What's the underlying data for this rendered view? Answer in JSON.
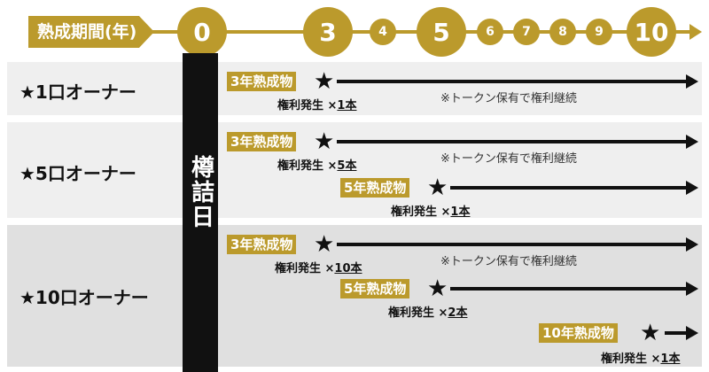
{
  "header": {
    "period_label": "熟成期間(年)",
    "years": [
      "0",
      "3",
      "4",
      "5",
      "6",
      "7",
      "8",
      "9",
      "10"
    ]
  },
  "barrel_label": "樽詰日",
  "rows": [
    {
      "owner": "★1口オーナー",
      "tags": [
        {
          "label": "3年熟成物",
          "star": "★",
          "rights_label": "権利発生 ×",
          "count": "1本"
        }
      ],
      "note": "※トークン保有で権利継続"
    },
    {
      "owner": "★5口オーナー",
      "tags": [
        {
          "label": "3年熟成物",
          "star": "★",
          "rights_label": "権利発生 ×",
          "count": "5本"
        },
        {
          "label": "5年熟成物",
          "star": "★",
          "rights_label": "権利発生 ×",
          "count": "1本"
        }
      ],
      "note": "※トークン保有で権利継続"
    },
    {
      "owner": "★10口オーナー",
      "tags": [
        {
          "label": "3年熟成物",
          "star": "★",
          "rights_label": "権利発生 ×",
          "count": "10本"
        },
        {
          "label": "5年熟成物",
          "star": "★",
          "rights_label": "権利発生 ×",
          "count": "2本"
        },
        {
          "label": "10年熟成物",
          "star": "★",
          "rights_label": "権利発生 ×",
          "count": "1本"
        }
      ],
      "note": "※トークン保有で権利継続"
    }
  ],
  "colors": {
    "gold": "#bb9a2c",
    "band_light": "#efefef",
    "band_dark": "#e0e0e0"
  }
}
